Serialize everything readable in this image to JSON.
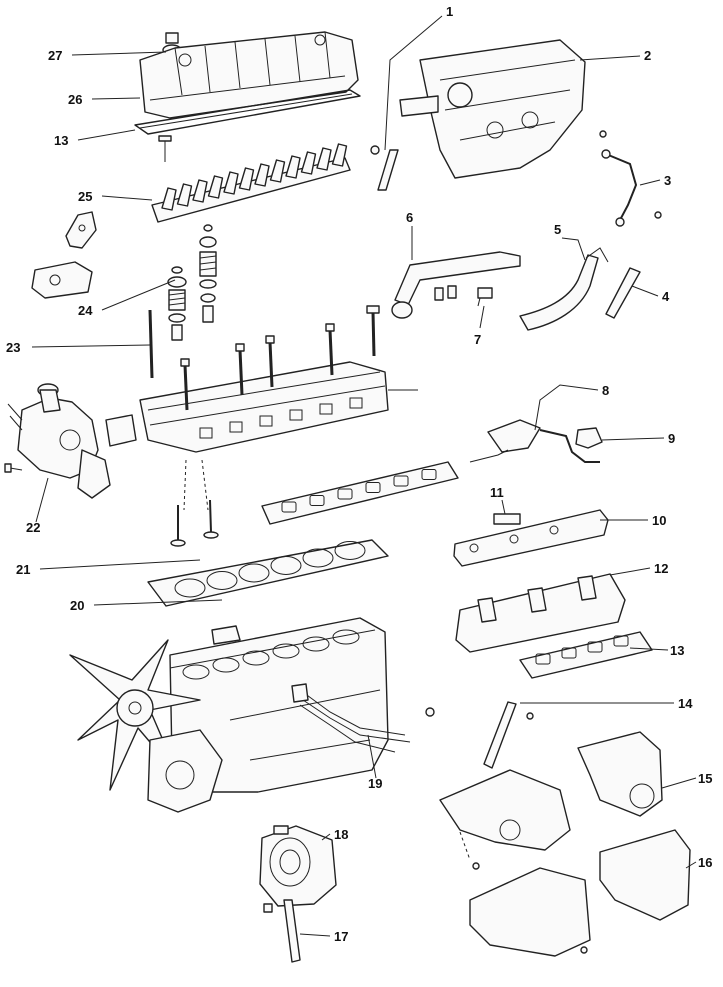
{
  "diagram": {
    "callouts": [
      {
        "id": "c1",
        "text": "1"
      },
      {
        "id": "c2",
        "text": "2"
      },
      {
        "id": "c3",
        "text": "3"
      },
      {
        "id": "c4",
        "text": "4"
      },
      {
        "id": "c5",
        "text": "5"
      },
      {
        "id": "c6",
        "text": "6"
      },
      {
        "id": "c7",
        "text": "7"
      },
      {
        "id": "c8",
        "text": "8"
      },
      {
        "id": "c9",
        "text": "9"
      },
      {
        "id": "c10",
        "text": "10"
      },
      {
        "id": "c11",
        "text": "11"
      },
      {
        "id": "c12",
        "text": "12"
      },
      {
        "id": "c13a",
        "text": "13"
      },
      {
        "id": "c13b",
        "text": "13"
      },
      {
        "id": "c14",
        "text": "14"
      },
      {
        "id": "c15",
        "text": "15"
      },
      {
        "id": "c16",
        "text": "16"
      },
      {
        "id": "c17",
        "text": "17"
      },
      {
        "id": "c18",
        "text": "18"
      },
      {
        "id": "c19",
        "text": "19"
      },
      {
        "id": "c20",
        "text": "20"
      },
      {
        "id": "c21",
        "text": "21"
      },
      {
        "id": "c22",
        "text": "22"
      },
      {
        "id": "c23",
        "text": "23"
      },
      {
        "id": "c24",
        "text": "24"
      },
      {
        "id": "c25",
        "text": "25"
      },
      {
        "id": "c26",
        "text": "26"
      },
      {
        "id": "c27",
        "text": "27"
      }
    ]
  }
}
